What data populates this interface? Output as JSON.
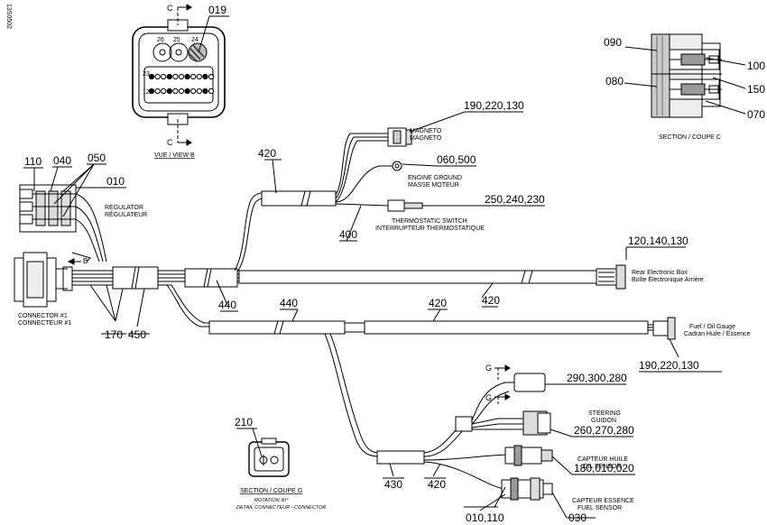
{
  "doc_id": "13S0502",
  "section_marker_c": "C",
  "section_marker_g": "G",
  "b_marker": "B",
  "captions": {
    "view_b": "VUE / VIEW B",
    "section_c": "SECTION / COUPE C",
    "section_g": "SECTION / COUPE G",
    "rotation": "ROTATION 90°",
    "detail_connector": "DETAIL CONNECTEUR - CONNECTOR",
    "regulator": [
      "REGULATOR",
      "RÉGULATEUR"
    ],
    "connector1": [
      "CONNECTOR #1",
      "CONNECTEUR #1"
    ],
    "magneto": [
      "MAGNETO",
      "MAGNETO"
    ],
    "engine_ground": [
      "ENGINE GROUND",
      "MASSE MOTEUR"
    ],
    "thermostatic": [
      "THERMOSTATIC SWITCH",
      "INTERRUPTEUR THERMOSTATIQUE"
    ],
    "rear_box": [
      "Rear Electronic Box",
      "Boîte Électronique Arrière"
    ],
    "fuel_gauge": [
      "Fuel / Oil Gauge",
      "Cadran Huile / Essence"
    ],
    "steering": [
      "STEERING",
      "GUIDON"
    ],
    "oil_sensor": [
      "CAPTEUR HUILE",
      "OIL SENSOR"
    ],
    "fuel_sensor": [
      "CAPTEUR ESSENCE",
      "FUEL SENSOR"
    ]
  },
  "callouts": {
    "c019": "019",
    "c090": "090",
    "c100": "100",
    "c080": "080",
    "c150": "150",
    "c070": "070",
    "c110": "110",
    "c040": "040",
    "c050": "050",
    "c010": "010",
    "c170": "170",
    "c450": "450",
    "c420a": "420",
    "c400": "400",
    "c440a": "440",
    "c440b": "440",
    "c420b": "420",
    "c420c": "420",
    "c430": "430",
    "c420d": "420",
    "c210": "210",
    "c190a": "190,220,130",
    "c060": "060,500",
    "c250": "250,240,230",
    "c120": "120,140,130",
    "c190b": "190,220,130",
    "c290": "290,300,280",
    "c260": "260,270,280",
    "c180": "180,010,020",
    "c010b": "010,110",
    "c030": "030"
  },
  "pin_labels": [
    "26",
    "25",
    "24",
    "23",
    "12",
    "1"
  ]
}
